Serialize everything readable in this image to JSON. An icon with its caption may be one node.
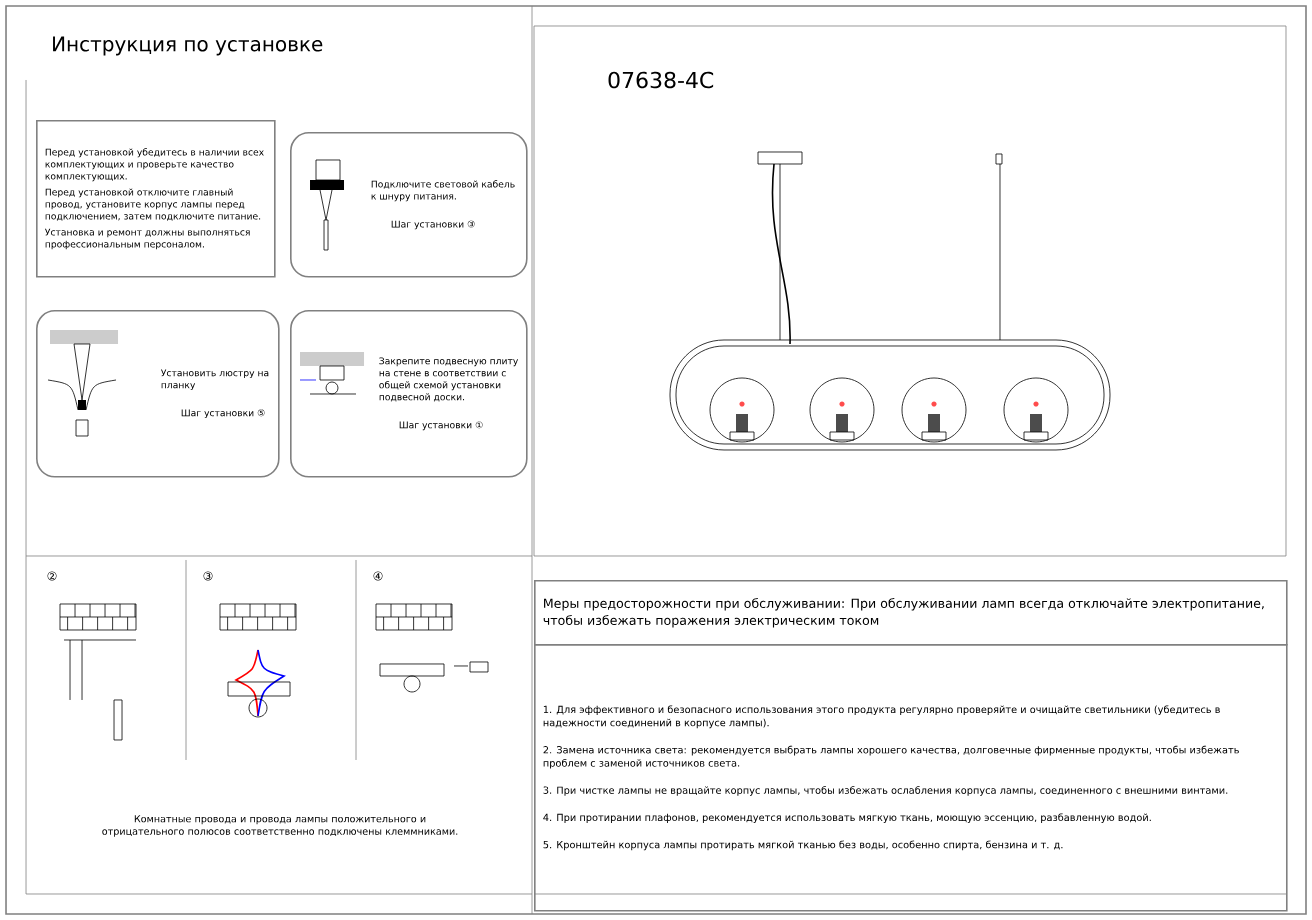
{
  "diagram": {
    "title": "Инструкция по установке",
    "nodes": [
      {
        "text": [
          "Перед установкой убедитесь в наличии всех комплектующих и проверьте качество комплектующих.",
          "Перед установкой отключите главный провод, установите корпус лампы перед подключением, затем подключите питание.",
          "Установка и ремонт должны выполняться профессиональным персоналом."
        ]
      },
      {
        "text": [
          "Подключите световой кабель к шнуру питания.",
          "Шаг установки ③"
        ]
      },
      {
        "text": [
          "Установить люстру на планку",
          "Шаг установки ⑤"
        ]
      },
      {
        "text": [
          "Закрепите подвесную плиту на стене в соответствии с общей схемой установки подвесной доски.",
          "Шаг установки ①"
        ]
      },
      {
        "text": [
          "Меры предосторожности при обслуживании: При обслуживании ламп всегда отключайте электропитание, чтобы избежать поражения электрическим током"
        ]
      },
      {
        "text": [
          "1. Для эффективного и безопасного использования этого продукта регулярно проверяйте и очищайте светильники (убедитесь в надежности соединений в корпусе лампы).",
          "2. Замена источника света: рекомендуется выбрать лампы хорошего качества, долговечные фирменные продукты, чтобы избежать проблем с заменой источников света.",
          "3. При чистке лампы не вращайте корпус лампы, чтобы избежать ослабления корпуса лампы, соединенного с внешними винтами.",
          "4. При протирании плафонов, рекомендуется использовать мягкую ткань, моющую эссенцию, разбавленную водой.",
          "5. Кронштейн корпуса лампы протирать мягкой тканью без воды, особенно спирта, бензина и т. д."
        ]
      }
    ],
    "labels": [
      "07638-4C",
      "②",
      "③",
      "④",
      "Комнатные провода и провода лампы положительного и отрицательного полюсов соответственно подключены клеммниками."
    ]
  }
}
